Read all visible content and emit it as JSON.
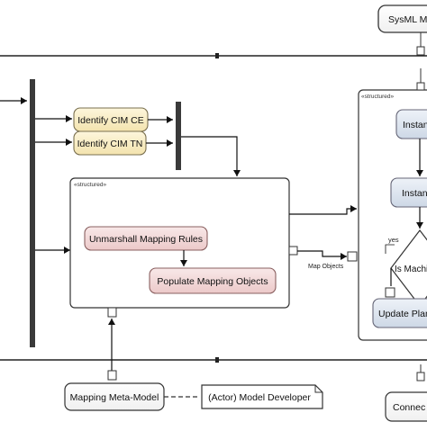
{
  "diagram": {
    "nodes": {
      "sysml_top": "SysML Mo",
      "identify_ce": "Identify CIM CE",
      "identify_tn": "Identify CIM TN",
      "structured_left_tag": "«structured»",
      "unmarshall": "Unmarshall Mapping Rules",
      "populate": "Populate Mapping Objects",
      "structured_right_tag": "«structured»",
      "instan_1": "Instan",
      "instan_2": "Instan",
      "is_machine": "Is Machi",
      "update_plan": "Update Plan",
      "mapping_meta_model": "Mapping Meta-Model",
      "actor_model_developer": "(Actor) Model Developer",
      "connect_bottom": "Connec"
    },
    "labels": {
      "map_objects": "Map Objects",
      "yes": "yes"
    }
  }
}
